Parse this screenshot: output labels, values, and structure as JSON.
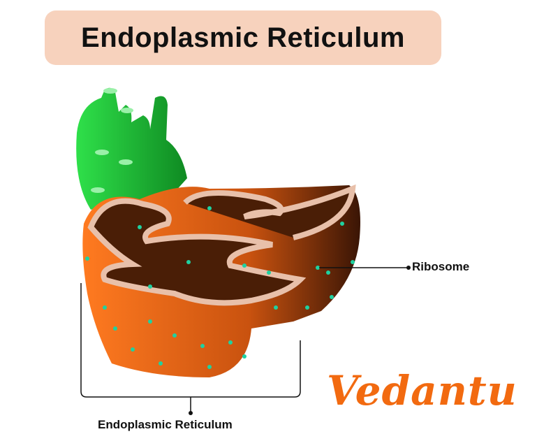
{
  "title": "Endoplasmic Reticulum",
  "labels": {
    "ribosome": "Ribosome",
    "er": "Endoplasmic Reticulum"
  },
  "logo": "Vedantu",
  "colors": {
    "title_bg": "#f7d2bd",
    "smooth_er": "#22c93a",
    "rough_er": "#e8661c",
    "membrane": "#e8c0aa",
    "ribosome": "#1fd1a0",
    "logo": "#f26a10"
  }
}
